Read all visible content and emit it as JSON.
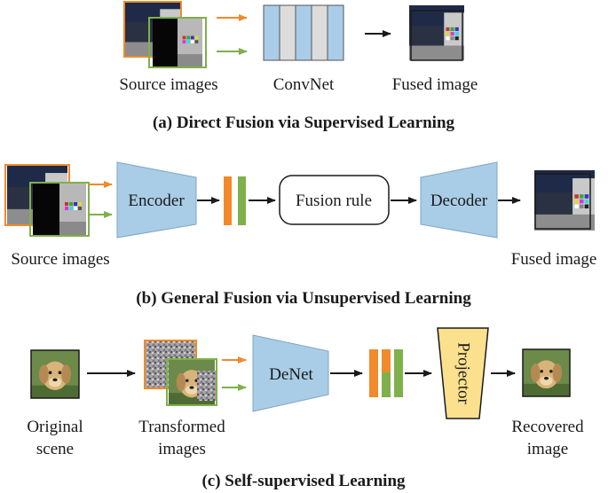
{
  "panel_a": {
    "source_label": "Source images",
    "net_label": "ConvNet",
    "output_label": "Fused image",
    "caption": "(a) Direct Fusion via Supervised Learning"
  },
  "panel_b": {
    "source_label": "Source images",
    "encoder_label": "Encoder",
    "rule_label": "Fusion rule",
    "decoder_label": "Decoder",
    "output_label": "Fused image",
    "caption": "(b) General Fusion via Unsupervised Learning"
  },
  "panel_c": {
    "original_label_1": "Original",
    "original_label_2": "scene",
    "transformed_label_1": "Transformed",
    "transformed_label_2": "images",
    "net_label": "DeNet",
    "projector_label": "Projector",
    "recovered_label_1": "Recovered",
    "recovered_label_2": "image",
    "caption": "(c) Self-supervised Learning"
  },
  "colors": {
    "orange": "#f08a2a",
    "green": "#7fb04a",
    "blue": "#a9cde6",
    "gray": "#dcdcdc",
    "yellow": "#fbe08e"
  }
}
